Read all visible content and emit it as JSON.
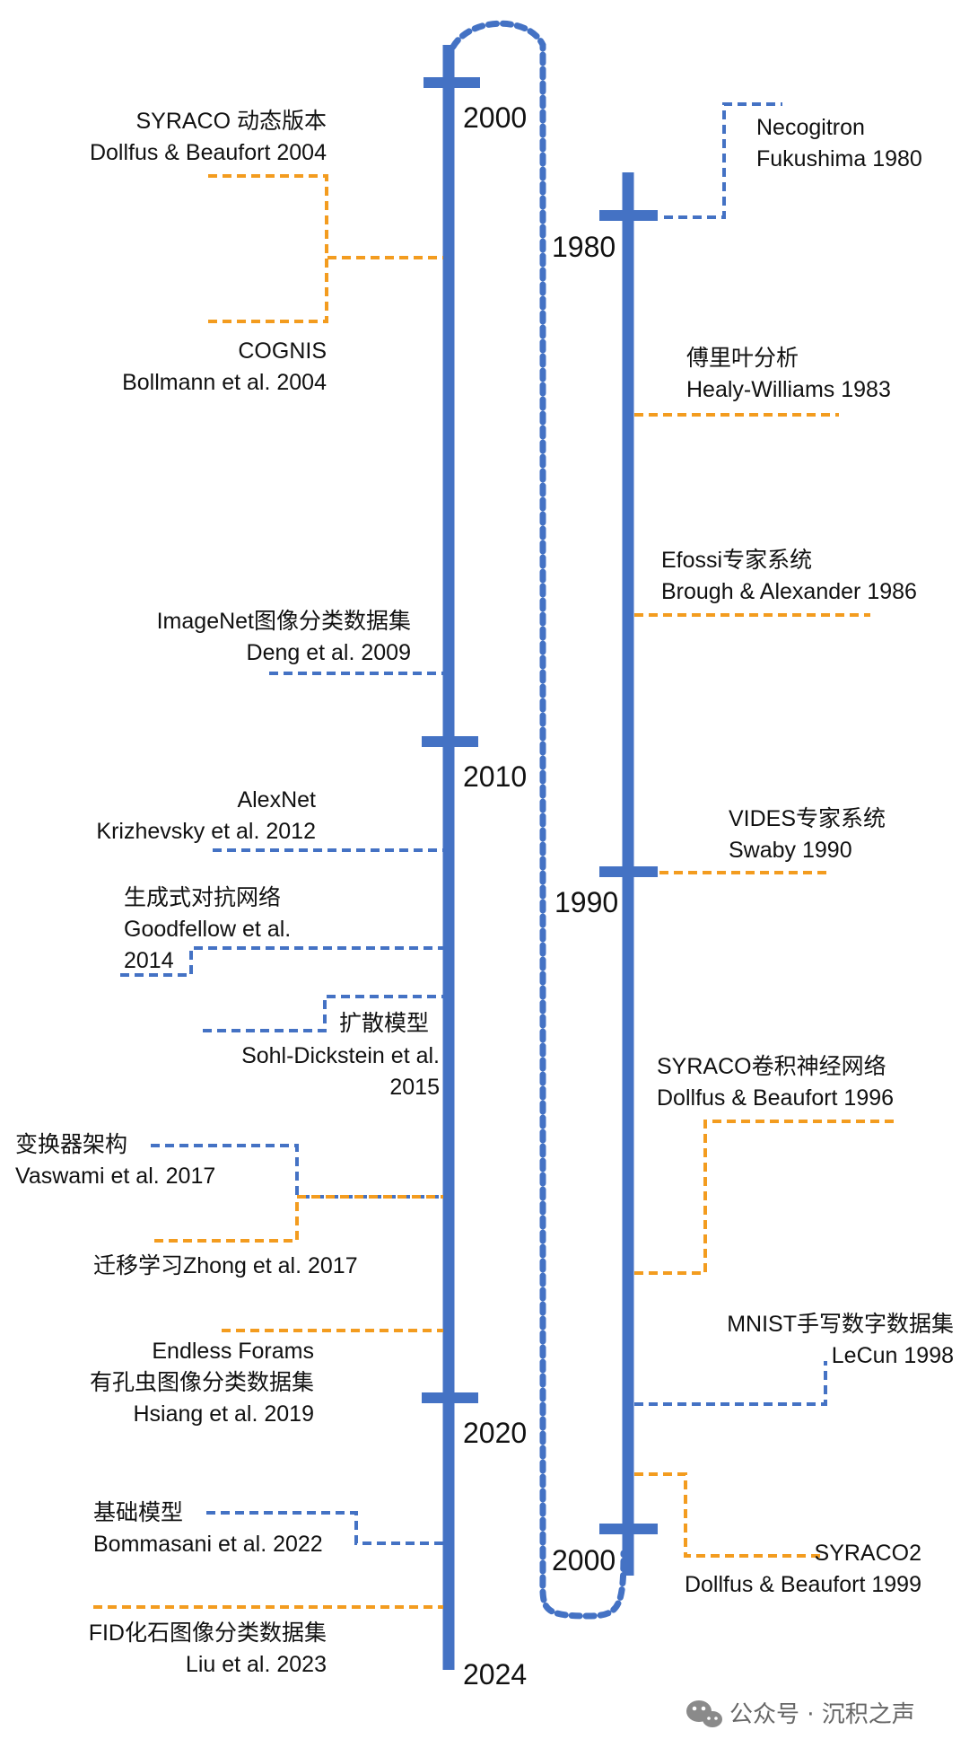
{
  "colors": {
    "axis": "#4472C4",
    "blue_link": "#4472C4",
    "orange_link": "#F39C1F"
  },
  "left_axis": {
    "years": {
      "y2000": "2000",
      "y2010": "2010",
      "y2020": "2020",
      "y2024": "2024"
    },
    "events": {
      "syraco_dynamic": {
        "line1": "SYRACO 动态版本",
        "line2": "Dollfus & Beaufort 2004"
      },
      "cognis": {
        "line1": "COGNIS",
        "line2": "Bollmann et al.  2004"
      },
      "imagenet": {
        "line1": "ImageNet图像分类数据集",
        "line2": "Deng et al.  2009"
      },
      "alexnet": {
        "line1": "AlexNet",
        "line2": "Krizhevsky et al. 2012"
      },
      "gan": {
        "line1": "生成式对抗网络",
        "line2": "Goodfellow et al.",
        "line3": "2014"
      },
      "diffusion": {
        "line1": "扩散模型",
        "line2": "Sohl-Dickstein et al.",
        "line3": "2015"
      },
      "transformer": {
        "line1": "变换器架构",
        "line2": "Vaswami et al. 2017"
      },
      "transfer": {
        "line1": "迁移学习Zhong et al.  2017"
      },
      "endless_forams": {
        "line1": "Endless Forams",
        "line2": "有孔虫图像分类数据集",
        "line3": "Hsiang et al.  2019"
      },
      "foundation": {
        "line1": "基础模型",
        "line2": "Bommasani et al.  2022"
      },
      "fid": {
        "line1": "FID化石图像分类数据集",
        "line2": "Liu et al.  2023"
      }
    }
  },
  "right_axis": {
    "years": {
      "y1980": "1980",
      "y1990": "1990",
      "y2000": "2000"
    },
    "events": {
      "neocognitron": {
        "line1": "Necogitron",
        "line2": "Fukushima 1980"
      },
      "fourier": {
        "line1": "傅里叶分析",
        "line2": "Healy-Williams 1983"
      },
      "efossi": {
        "line1": "Efossi专家系统",
        "line2": "Brough & Alexander 1986"
      },
      "vides": {
        "line1": "VIDES专家系统",
        "line2": "Swaby 1990"
      },
      "syraco_cnn": {
        "line1": "SYRACO卷积神经网络",
        "line2": "Dollfus & Beaufort 1996"
      },
      "mnist": {
        "line1": "MNIST手写数字数据集",
        "line2": "LeCun 1998"
      },
      "syraco2": {
        "line1": "SYRACO2",
        "line2": "Dollfus & Beaufort 1999"
      }
    }
  },
  "watermark": {
    "text": "公众号 · 沉积之声",
    "icon": "wechat-icon"
  }
}
